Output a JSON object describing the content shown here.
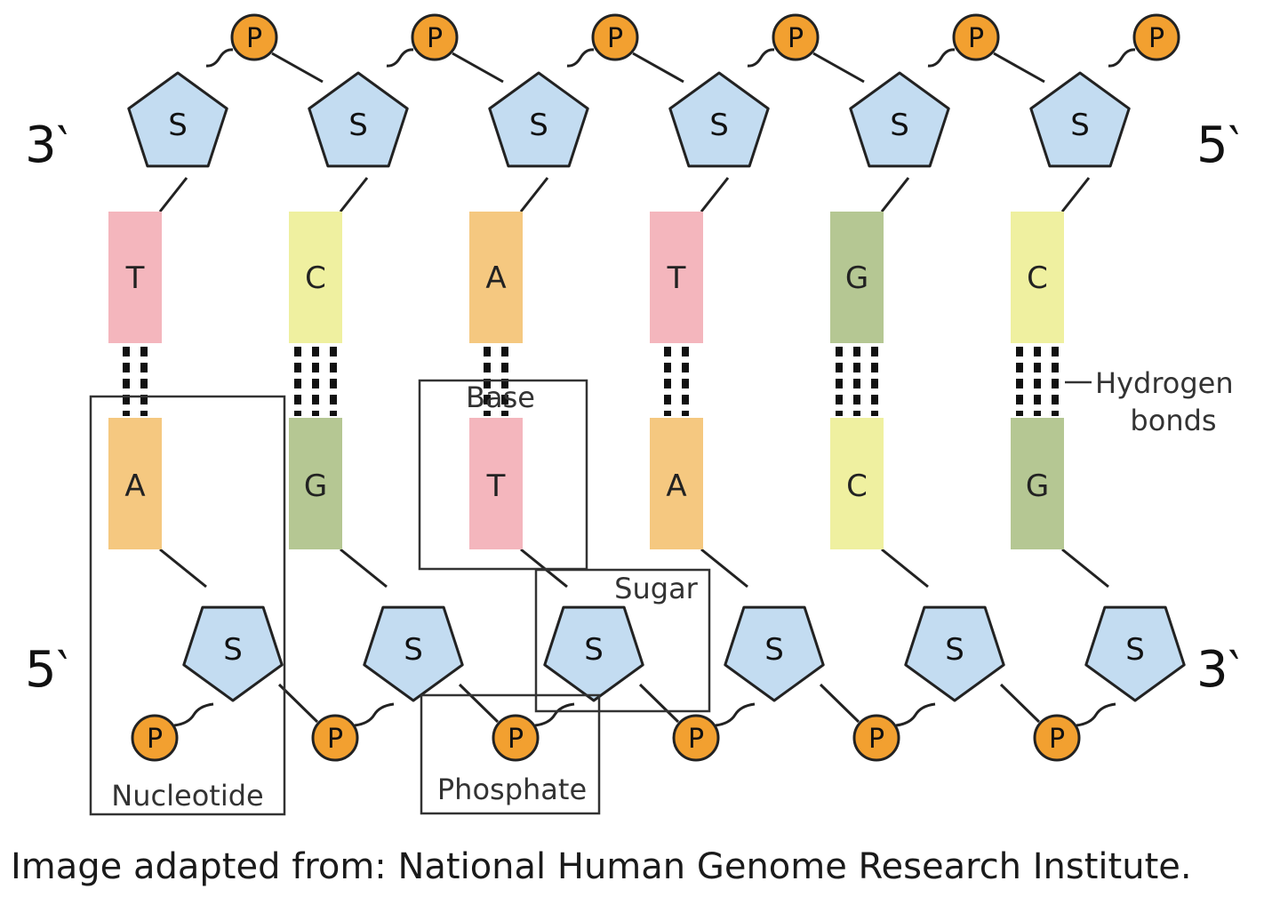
{
  "diagram": {
    "end_labels": {
      "top_left": "3‵",
      "top_right": "5‵",
      "bottom_left": "5‵",
      "bottom_right": "3‵"
    },
    "phosphate_label": "P",
    "sugar_label": "S",
    "base_pairs": [
      {
        "top": "T",
        "bottom": "A",
        "bonds": 2
      },
      {
        "top": "C",
        "bottom": "G",
        "bonds": 3
      },
      {
        "top": "A",
        "bottom": "T",
        "bonds": 2
      },
      {
        "top": "T",
        "bottom": "A",
        "bonds": 2
      },
      {
        "top": "G",
        "bottom": "C",
        "bonds": 3
      },
      {
        "top": "C",
        "bottom": "G",
        "bonds": 3
      }
    ],
    "callouts": {
      "base": "Base",
      "sugar": "Sugar",
      "nucleotide": "Nucleotide",
      "phosphate": "Phosphate",
      "hydrogen_bonds_line1": "Hydrogen",
      "hydrogen_bonds_line2": "bonds"
    },
    "colors": {
      "T": "#f4b6bd",
      "A": "#f5c880",
      "C": "#eff0a0",
      "G": "#b5c793",
      "sugar_fill": "#c3dcf1",
      "phosphate_fill": "#f2a030",
      "stroke": "#222222"
    }
  },
  "credit": "Image adapted from: National Human Genome Research Institute."
}
